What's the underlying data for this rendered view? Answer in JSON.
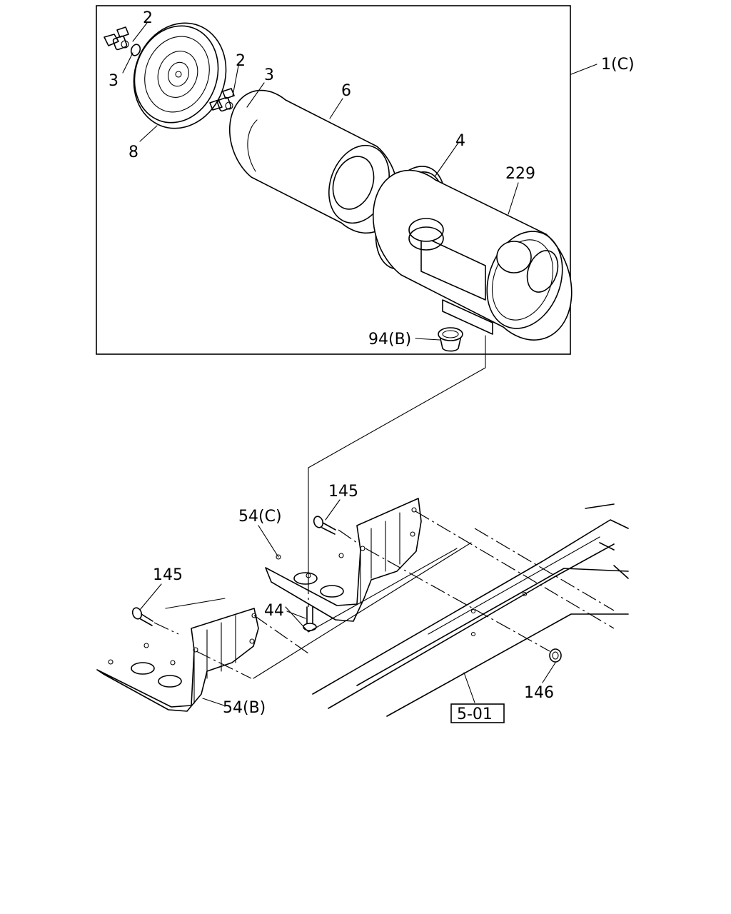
{
  "callouts": {
    "assembly": "1(C)",
    "wing_nut_top": "2",
    "washer_top": "3",
    "wing_nut_mid": "2",
    "washer_mid": "3",
    "cover": "8",
    "element": "6",
    "gasket": "4",
    "housing": "229",
    "valve": "94(B)",
    "bolt_upper": "145",
    "bracket_c": "54(C)",
    "bolt_lower": "145",
    "bolt_44": "44",
    "bracket_b": "54(B)",
    "nut": "146",
    "frame_ref": "5-01"
  }
}
